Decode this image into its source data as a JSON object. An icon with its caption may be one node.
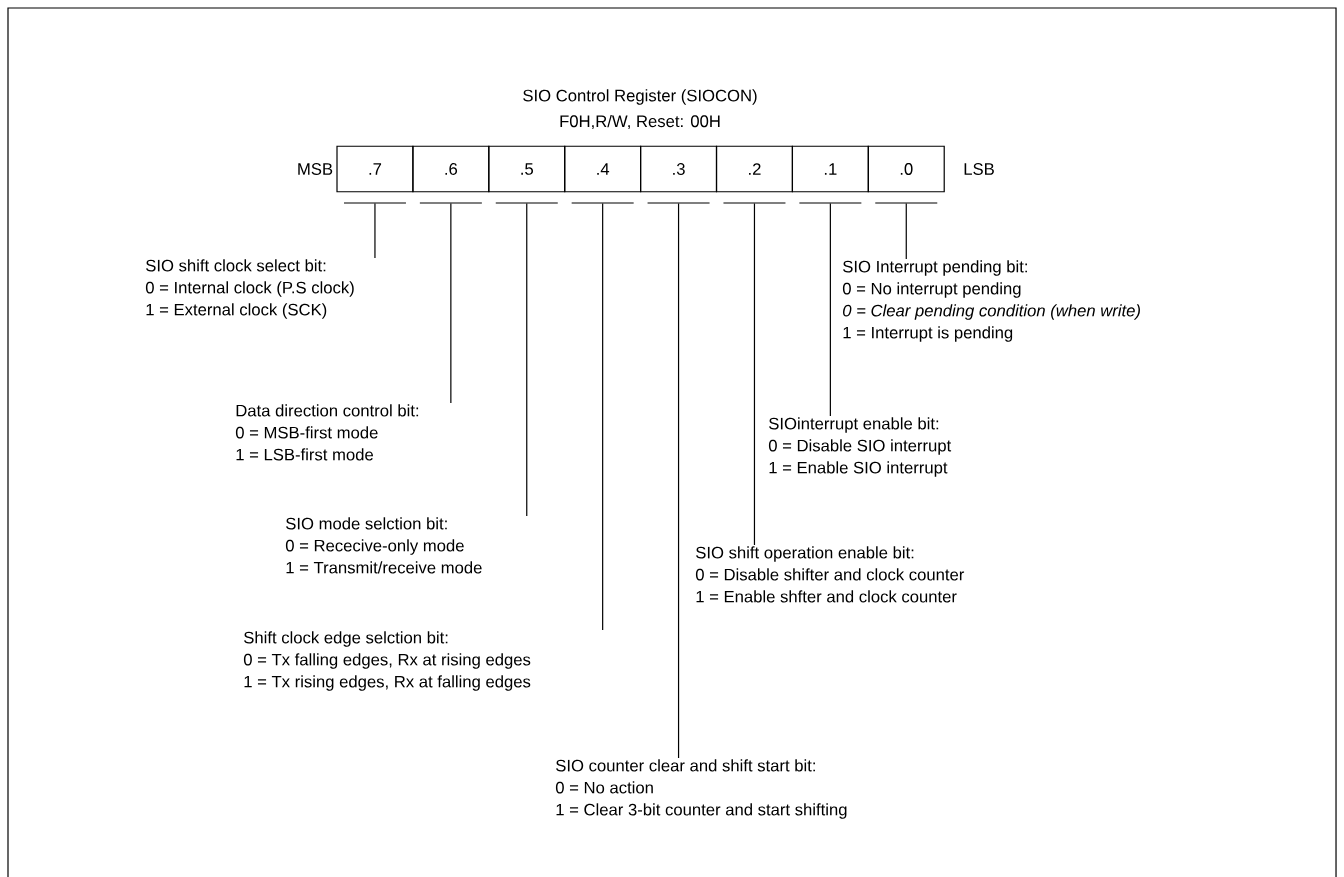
{
  "diagram": {
    "title": "SIO Control Register (SIOCON)",
    "nodes": [
      {
        "text": [
          ".7"
        ]
      },
      {
        "text": [
          ".6"
        ]
      },
      {
        "text": [
          ".5"
        ]
      },
      {
        "text": [
          ".4"
        ]
      },
      {
        "text": [
          ".3"
        ]
      },
      {
        "text": [
          ".2"
        ]
      },
      {
        "text": [
          ".1"
        ]
      },
      {
        "text": [
          ".0"
        ]
      },
      {
        "text": [
          "SIO shift clock select bit:",
          "0 = Internal clock (P.S clock)",
          "1 = External clock (SCK)"
        ]
      },
      {
        "text": [
          "Data direction control bit:",
          "0 = MSB-first mode",
          "1 = LSB-first mode"
        ]
      },
      {
        "text": [
          "SIO mode selction bit:",
          "0 = Rececive-only mode",
          "1 = Transmit/receive mode"
        ]
      },
      {
        "text": [
          "Shift clock edge selction bit:",
          "0 = Tx falling edges, Rx at rising edges",
          "1 = Tx rising edges, Rx at falling edges"
        ]
      },
      {
        "text": [
          "SIO counter clear and shift start bit:",
          "0 = No action",
          "1 = Clear 3-bit counter and start shifting"
        ]
      },
      {
        "text": [
          "SIO shift operation enable bit:",
          "0 = Disable shifter and clock counter",
          "1 = Enable shfter and clock counter"
        ]
      },
      {
        "text": [
          "SIOinterrupt enable bit:",
          "0 = Disable SIO interrupt",
          "1 = Enable SIO interrupt"
        ]
      },
      {
        "text": [
          "SIO Interrupt pending bit:",
          "0 = No interrupt pending",
          "0 = Clear pending condition (when write)",
          "1 = Interrupt is pending"
        ]
      }
    ],
    "edges": [
      {
        "from": 8,
        "to": 0,
        "arrow": "none"
      },
      {
        "from": 9,
        "to": 1,
        "arrow": "none"
      },
      {
        "from": 10,
        "to": 2,
        "arrow": "none"
      },
      {
        "from": 11,
        "to": 3,
        "arrow": "none"
      },
      {
        "from": 12,
        "to": 4,
        "arrow": "none"
      },
      {
        "from": 13,
        "to": 5,
        "arrow": "none"
      },
      {
        "from": 14,
        "to": 6,
        "arrow": "none"
      },
      {
        "from": 15,
        "to": 7,
        "arrow": "none"
      }
    ],
    "labels": [
      "F0H,R/W, Reset: 00H",
      "MSB",
      "LSB"
    ]
  }
}
